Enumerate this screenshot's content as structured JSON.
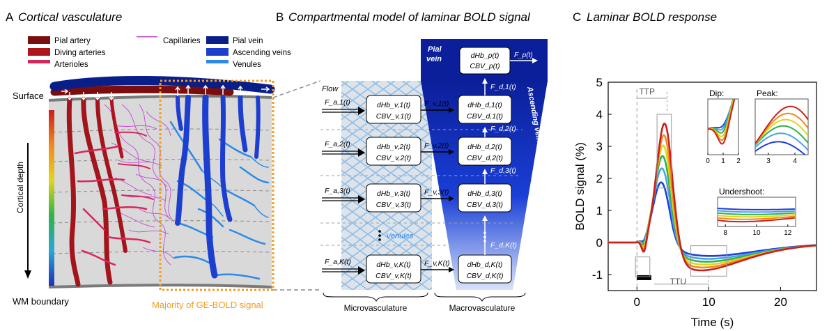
{
  "panelA": {
    "letter": "A",
    "title": "Cortical vasculature",
    "legend": [
      {
        "label": "Pial artery",
        "color": "#7a0d0d"
      },
      {
        "label": "Diving arteries",
        "color": "#b0141c"
      },
      {
        "label": "Arterioles",
        "color": "#d8265a"
      },
      {
        "label": "Capillaries",
        "color": "#c34ad1"
      },
      {
        "label": "Pial vein",
        "color": "#0a1e8a"
      },
      {
        "label": "Ascending veins",
        "color": "#1d3fd0"
      },
      {
        "label": "Venules",
        "color": "#2a8ae6"
      }
    ],
    "surface_label": "Surface",
    "depth_label": "Cortical depth",
    "wm_label": "WM boundary",
    "ge_label": "Majority of GE-BOLD signal"
  },
  "panelB": {
    "letter": "B",
    "title": "Compartmental model of laminar BOLD signal",
    "pial_vein_label": [
      "Pial",
      "vein"
    ],
    "pial_box": [
      "dHb_p(t)",
      "CBV_p(t)"
    ],
    "pial_flow": "F_p(t)",
    "flow_label": "Flow",
    "ascending_vein_label": "Ascending vein",
    "venules_label": "Venules",
    "rows": [
      {
        "fa": "F_a,1(t)",
        "v_box": [
          "dHb_v,1(t)",
          "CBV_v,1(t)"
        ],
        "fv": "F_v,1(t)",
        "d_box": [
          "dHb_d,1(t)",
          "CBV_d,1(t)"
        ],
        "fd": "F_d,1(t)"
      },
      {
        "fa": "F_a,2(t)",
        "v_box": [
          "dHb_v,2(t)",
          "CBV_v,2(t)"
        ],
        "fv": "F_v,2(t)",
        "d_box": [
          "dHb_d,2(t)",
          "CBV_d,2(t)"
        ],
        "fd": "F_d,2(t)"
      },
      {
        "fa": "F_a,3(t)",
        "v_box": [
          "dHb_v,3(t)",
          "CBV_v,3(t)"
        ],
        "fv": "F_v,3(t)",
        "d_box": [
          "dHb_d,3(t)",
          "CBV_d,3(t)"
        ],
        "fd": "F_d,3(t)"
      },
      {
        "fa": "F_a,K(t)",
        "v_box": [
          "dHb_v,K(t)",
          "CBV_v,K(t)"
        ],
        "fv": "F_v,K(t)",
        "d_box": [
          "dHb_d,K(t)",
          "CBV_d,K(t)"
        ],
        "fd": "F_d,K(t)"
      }
    ],
    "micro_label": "Microvasculature",
    "macro_label": "Macrovasculature"
  },
  "panelC": {
    "letter": "C",
    "title": "Laminar BOLD response",
    "chart_data": {
      "type": "line",
      "xlabel": "Time (s)",
      "ylabel": "BOLD signal (%)",
      "xlim": [
        -4,
        25
      ],
      "ylim": [
        -1.5,
        5
      ],
      "xticks": [
        0,
        10,
        20
      ],
      "yticks": [
        -1,
        0,
        1,
        2,
        3,
        4,
        5
      ],
      "peaks": [
        1.9,
        2.35,
        2.75,
        3.1,
        3.45,
        3.85
      ],
      "peak_times": [
        3.4,
        3.5,
        3.6,
        3.7,
        3.8,
        3.9
      ],
      "colors": [
        "#1f3fd8",
        "#4aa3e8",
        "#2fb24a",
        "#e2d51c",
        "#ef8a1c",
        "#c8201c"
      ],
      "stimulus": [
        0,
        2
      ],
      "annotations": {
        "ttp": "TTP",
        "ttu": "TTU"
      },
      "insets": [
        {
          "title": "Dip:",
          "xticks": [
            0,
            1,
            2
          ],
          "xlim": [
            0,
            2
          ]
        },
        {
          "title": "Peak:",
          "xticks": [
            3,
            4
          ],
          "xlim": [
            2.5,
            4.5
          ]
        },
        {
          "title": "Undershoot:",
          "xticks": [
            8,
            10,
            12
          ],
          "xlim": [
            7.5,
            12.5
          ]
        }
      ]
    }
  }
}
